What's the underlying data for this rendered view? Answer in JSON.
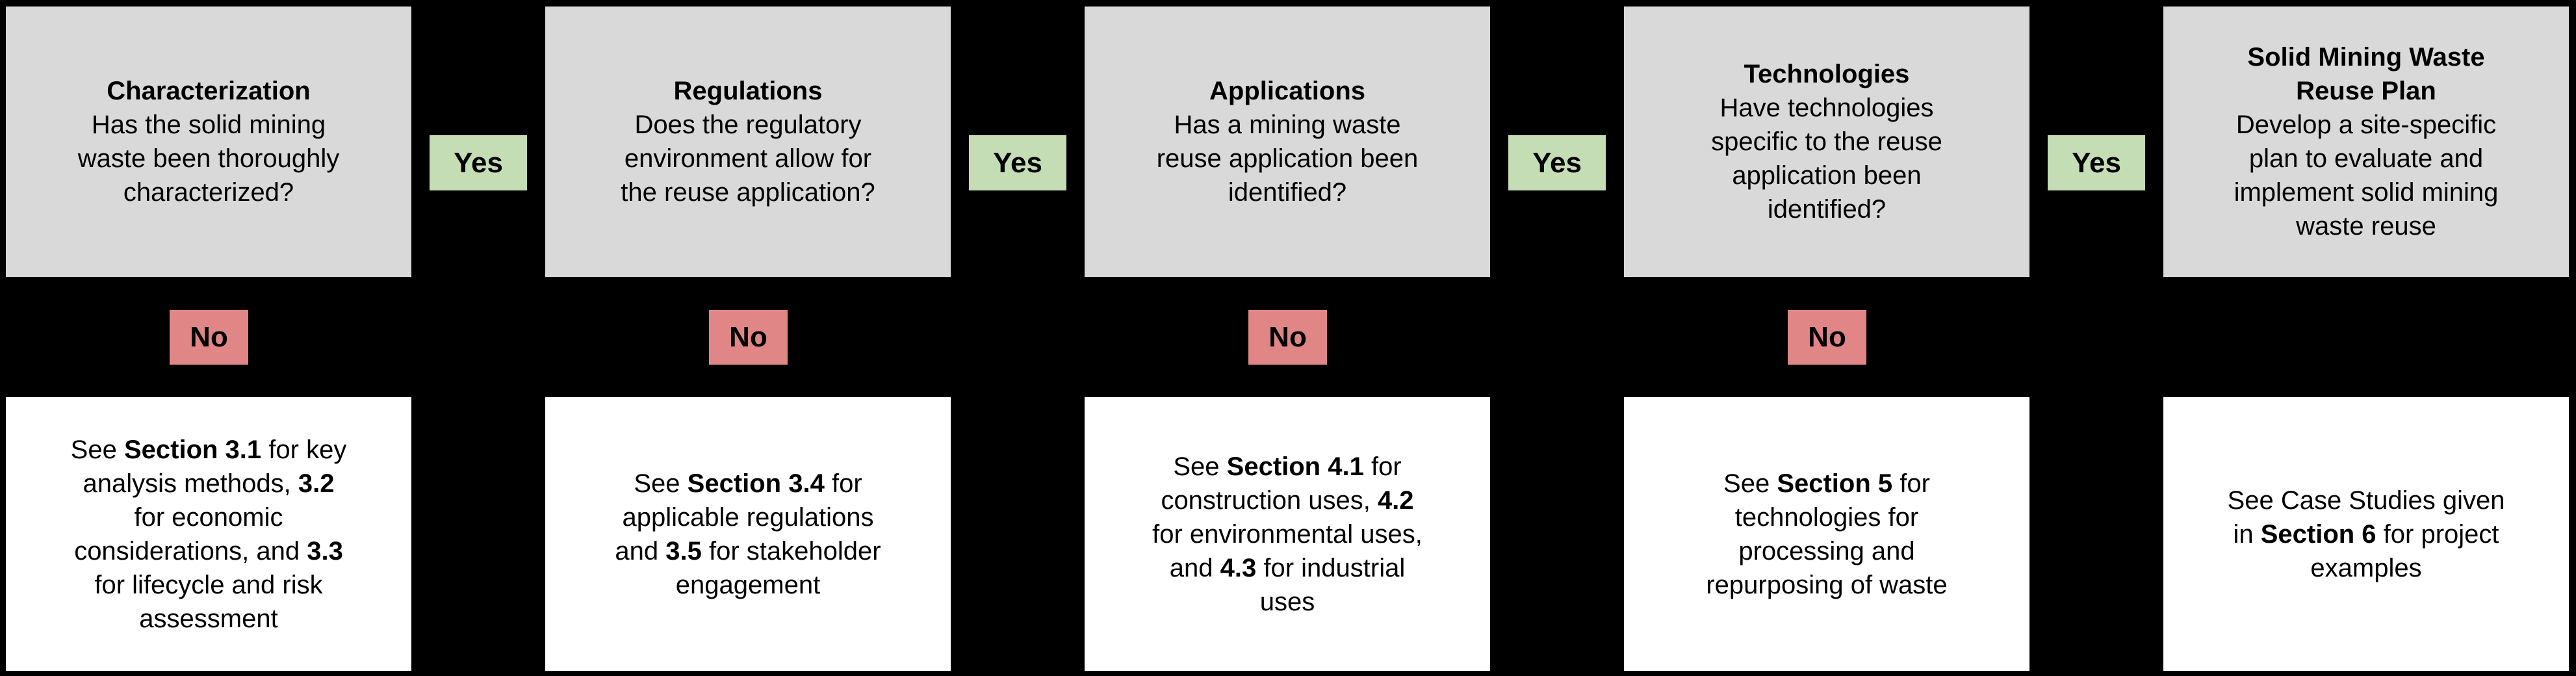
{
  "flowchart": {
    "colors": {
      "background": "#000000",
      "box_gray": "#d9d9d9",
      "yes_green": "#c5ddb5",
      "no_red": "#e08686",
      "bottom_white": "#ffffff",
      "text": "#000000"
    },
    "yes_label": "Yes",
    "no_label": "No",
    "columns": [
      {
        "title": "Characterization",
        "body": "Has the solid mining\nwaste been thoroughly\ncharacterized?",
        "reference": [
          {
            "t": "See ",
            "b": false
          },
          {
            "t": "Section 3.1",
            "b": true
          },
          {
            "t": " for key\nanalysis methods, ",
            "b": false
          },
          {
            "t": "3.2",
            "b": true
          },
          {
            "t": "\nfor economic\nconsiderations, and ",
            "b": false
          },
          {
            "t": "3.3",
            "b": true
          },
          {
            "t": "\nfor lifecycle and risk\nassessment",
            "b": false
          }
        ]
      },
      {
        "title": "Regulations",
        "body": "Does the regulatory\nenvironment allow for\nthe reuse application?",
        "reference": [
          {
            "t": "See ",
            "b": false
          },
          {
            "t": "Section 3.4",
            "b": true
          },
          {
            "t": " for\napplicable regulations\nand ",
            "b": false
          },
          {
            "t": "3.5",
            "b": true
          },
          {
            "t": " for stakeholder\nengagement",
            "b": false
          }
        ]
      },
      {
        "title": "Applications",
        "body": "Has a mining waste\nreuse application been\nidentified?",
        "reference": [
          {
            "t": "See ",
            "b": false
          },
          {
            "t": "Section 4.1",
            "b": true
          },
          {
            "t": " for\nconstruction uses, ",
            "b": false
          },
          {
            "t": "4.2",
            "b": true
          },
          {
            "t": "\nfor environmental uses,\nand ",
            "b": false
          },
          {
            "t": "4.3",
            "b": true
          },
          {
            "t": " for industrial\nuses",
            "b": false
          }
        ]
      },
      {
        "title": "Technologies",
        "body": "Have technologies\nspecific to the reuse\napplication been\nidentified?",
        "reference": [
          {
            "t": "See ",
            "b": false
          },
          {
            "t": "Section 5",
            "b": true
          },
          {
            "t": " for\ntechnologies for\nprocessing and\nrepurposing of waste",
            "b": false
          }
        ]
      },
      {
        "title": "Solid Mining Waste\nReuse Plan",
        "body": "Develop a site-specific\nplan to evaluate and\nimplement solid mining\nwaste reuse",
        "reference": [
          {
            "t": "See Case Studies given\nin ",
            "b": false
          },
          {
            "t": "Section 6",
            "b": true
          },
          {
            "t": " for project\nexamples",
            "b": false
          }
        ]
      }
    ]
  }
}
